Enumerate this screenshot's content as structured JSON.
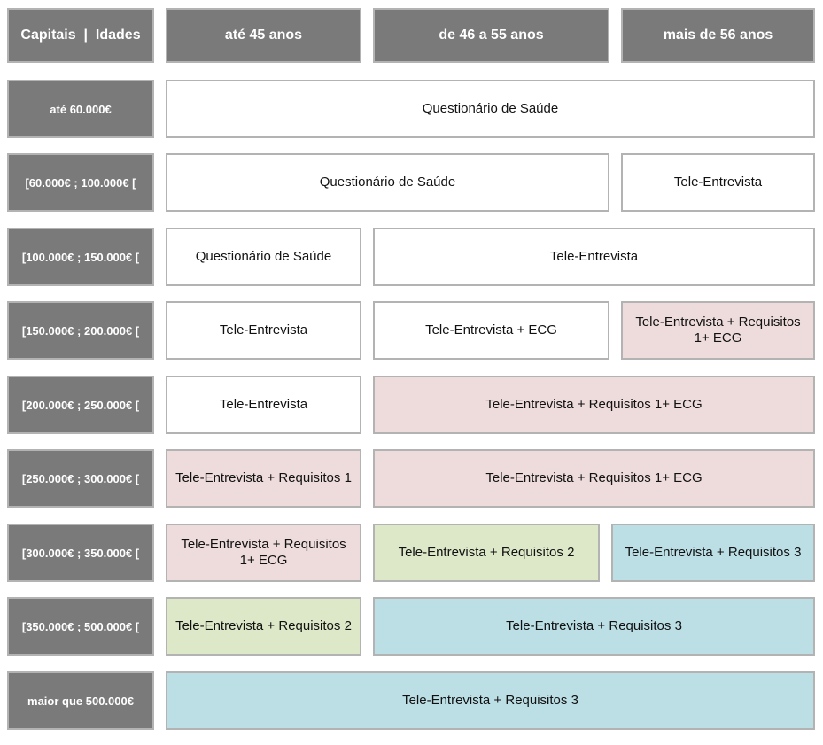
{
  "header": {
    "corner": "Capitais  |  Idades",
    "age_1": "até 45 anos",
    "age_2": "de 46 a 55 anos",
    "age_3": "mais de 56 anos"
  },
  "colors": {
    "header_gray": "#7a7a7a",
    "pink": "#eedcdc",
    "green": "#dde8c8",
    "blue": "#bcdfe6",
    "white": "#ffffff"
  },
  "rows": [
    {
      "label": "até 60.000€",
      "cells": [
        {
          "text": "Questionário de Saúde",
          "color": "white"
        }
      ]
    },
    {
      "label": "[60.000€ ; 100.000€ [",
      "cells": [
        {
          "text": "Questionário de Saúde",
          "color": "white"
        },
        {
          "text": "Tele-Entrevista",
          "color": "white"
        }
      ]
    },
    {
      "label": "[100.000€ ; 150.000€ [",
      "cells": [
        {
          "text": "Questionário de Saúde",
          "color": "white"
        },
        {
          "text": "Tele-Entrevista",
          "color": "white"
        }
      ]
    },
    {
      "label": "[150.000€ ; 200.000€ [",
      "cells": [
        {
          "text": "Tele-Entrevista",
          "color": "white"
        },
        {
          "text": "Tele-Entrevista + ECG",
          "color": "white"
        },
        {
          "text": "Tele-Entrevista + Requisitos 1+ ECG",
          "color": "pink"
        }
      ]
    },
    {
      "label": "[200.000€ ; 250.000€ [",
      "cells": [
        {
          "text": "Tele-Entrevista",
          "color": "white"
        },
        {
          "text": "Tele-Entrevista + Requisitos 1+ ECG",
          "color": "pink"
        }
      ]
    },
    {
      "label": "[250.000€ ; 300.000€ [",
      "cells": [
        {
          "text": "Tele-Entrevista + Requisitos 1",
          "color": "pink"
        },
        {
          "text": "Tele-Entrevista + Requisitos 1+ ECG",
          "color": "pink"
        }
      ]
    },
    {
      "label": "[300.000€ ; 350.000€ [",
      "cells": [
        {
          "text": "Tele-Entrevista + Requisitos 1+ ECG",
          "color": "pink"
        },
        {
          "text": "Tele-Entrevista + Requisitos 2",
          "color": "green"
        },
        {
          "text": "Tele-Entrevista + Requisitos 3",
          "color": "blue"
        }
      ]
    },
    {
      "label": "[350.000€ ; 500.000€ [",
      "cells": [
        {
          "text": "Tele-Entrevista + Requisitos 2",
          "color": "green"
        },
        {
          "text": "Tele-Entrevista + Requisitos 3",
          "color": "blue"
        }
      ]
    },
    {
      "label": "maior que 500.000€",
      "cells": [
        {
          "text": "Tele-Entrevista + Requisitos 3",
          "color": "blue"
        }
      ]
    }
  ]
}
